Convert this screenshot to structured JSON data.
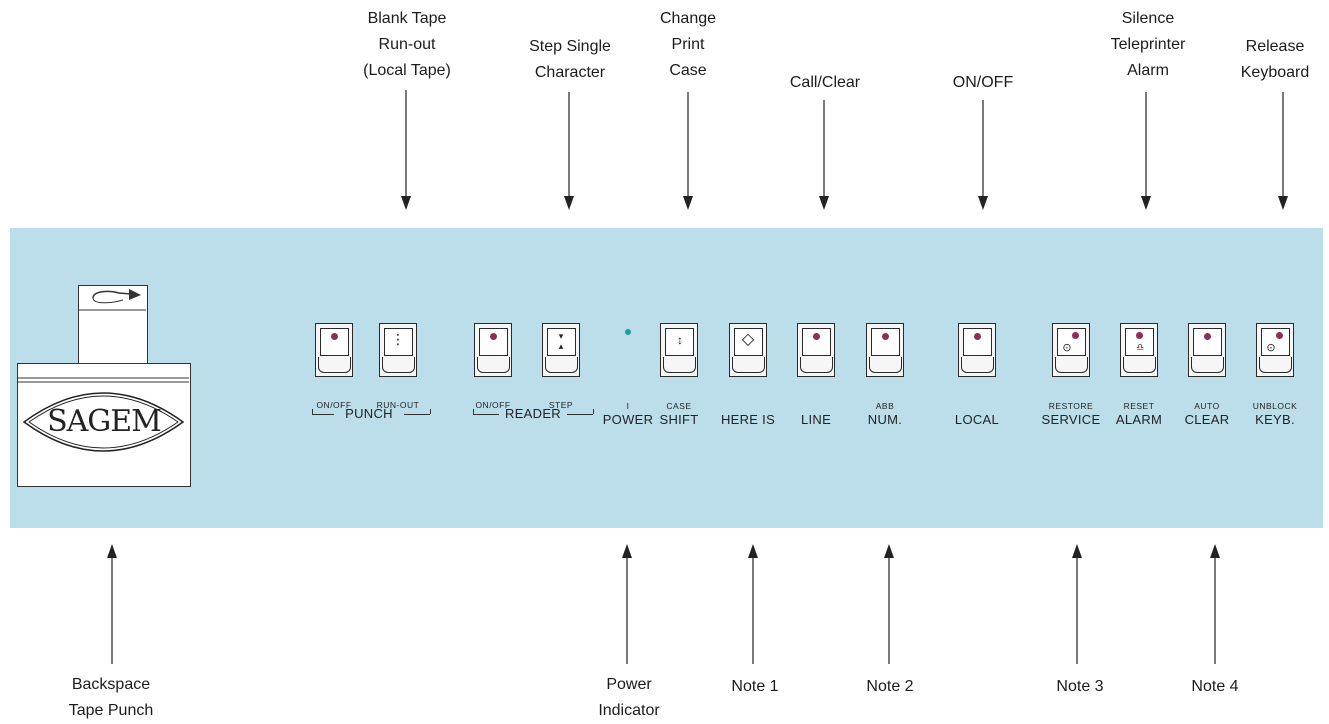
{
  "top_callouts": [
    {
      "id": "blank-tape",
      "lines": [
        "Blank Tape",
        "Run-out",
        "(Local Tape)"
      ]
    },
    {
      "id": "step-single",
      "lines": [
        "Step Single",
        "Character"
      ]
    },
    {
      "id": "change-print",
      "lines": [
        "Change",
        "Print",
        "Case"
      ]
    },
    {
      "id": "call-clear",
      "lines": [
        "Call/Clear"
      ]
    },
    {
      "id": "on-off",
      "lines": [
        "ON/OFF"
      ]
    },
    {
      "id": "silence",
      "lines": [
        "Silence",
        "Teleprinter",
        "Alarm"
      ]
    },
    {
      "id": "release",
      "lines": [
        "Release",
        "Keyboard"
      ]
    }
  ],
  "bottom_callouts": [
    {
      "id": "backspace",
      "lines": [
        "Backspace",
        "Tape Punch"
      ]
    },
    {
      "id": "power-indicator",
      "lines": [
        "Power",
        "Indicator"
      ]
    },
    {
      "id": "note-1",
      "lines": [
        "Note 1"
      ]
    },
    {
      "id": "note-2",
      "lines": [
        "Note 2"
      ]
    },
    {
      "id": "note-3",
      "lines": [
        "Note 3"
      ]
    },
    {
      "id": "note-4",
      "lines": [
        "Note 4"
      ]
    }
  ],
  "logo": "SAGEM",
  "buttons": [
    {
      "id": "punch-on-off",
      "small": "ON/OFF",
      "big": "",
      "symbol": "dot",
      "color": "#8a2f5a"
    },
    {
      "id": "punch-run-out",
      "small": "RUN-OUT",
      "big": "",
      "symbol": "runout",
      "color": "#8a2f5a"
    },
    {
      "id": "reader-on-off",
      "small": "ON/OFF",
      "big": "",
      "symbol": "dot",
      "color": "#8a2f5a"
    },
    {
      "id": "reader-step",
      "small": "STEP",
      "big": "",
      "symbol": "step",
      "color": "#8a2f5a"
    },
    {
      "id": "case-shift",
      "small": "CASE",
      "big": "SHIFT",
      "symbol": "updown",
      "color": "#8a2f5a"
    },
    {
      "id": "here-is",
      "small": "",
      "big": "HERE IS",
      "symbol": "diamond",
      "color": "#8a2f5a"
    },
    {
      "id": "line",
      "small": "",
      "big": "LINE",
      "symbol": "dot",
      "color": "#8a2f5a"
    },
    {
      "id": "abb-num",
      "small": "ABB",
      "big": "NUM.",
      "symbol": "dot",
      "color": "#8a2f5a"
    },
    {
      "id": "local",
      "small": "",
      "big": "LOCAL",
      "symbol": "dot",
      "color": "#8a2f5a"
    },
    {
      "id": "restore-service",
      "small": "RESTORE",
      "big": "SERVICE",
      "symbol": "target-dot",
      "color": "#8a2f5a"
    },
    {
      "id": "reset-alarm",
      "small": "RESET",
      "big": "ALARM",
      "symbol": "bell-dot",
      "color": "#8a2f5a"
    },
    {
      "id": "auto-clear",
      "small": "AUTO",
      "big": "CLEAR",
      "symbol": "dot",
      "color": "#8a2f5a"
    },
    {
      "id": "unblock-keyb",
      "small": "UNBLOCK",
      "big": "KEYB.",
      "symbol": "target-dot",
      "color": "#8a2f5a"
    }
  ],
  "groups": [
    {
      "id": "punch",
      "label": "PUNCH"
    },
    {
      "id": "reader",
      "label": "READER"
    }
  ],
  "power": {
    "small": "I",
    "big": "POWER",
    "led_color": "#1f9d9d"
  },
  "colors": {
    "panel": "#bcdeea",
    "button_dot": "#8a2f5a",
    "power_led": "#1f9d9d"
  }
}
